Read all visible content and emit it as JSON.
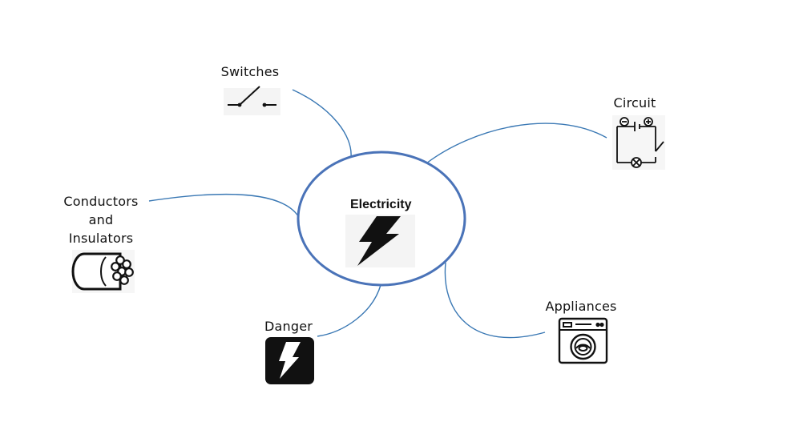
{
  "center": {
    "title": "Electricity",
    "icon": "lightning-bolt-icon"
  },
  "branches": {
    "switches": {
      "label": "Switches",
      "icon": "switch-symbol-icon"
    },
    "circuit": {
      "label": "Circuit",
      "icon": "circuit-diagram-icon"
    },
    "conductors": {
      "label_line1": "Conductors",
      "label_line2": "and",
      "label_line3": "Insulators",
      "icon": "cable-icon"
    },
    "danger": {
      "label": "Danger",
      "icon": "danger-high-voltage-icon"
    },
    "appliances": {
      "label": "Appliances",
      "icon": "washing-machine-icon"
    }
  },
  "colors": {
    "ellipse": "#4a73b8",
    "connector": "#3a78b4",
    "ink": "#111111"
  }
}
